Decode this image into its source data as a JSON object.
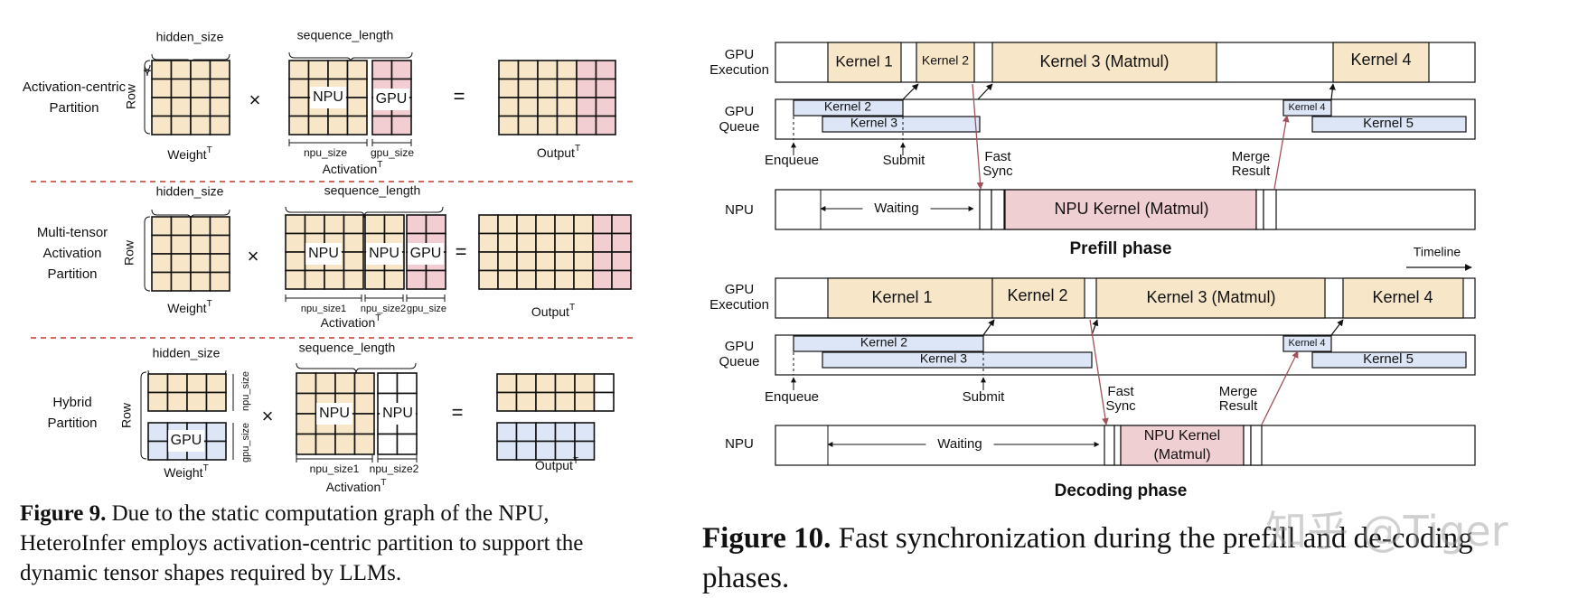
{
  "fig9": {
    "rows": [
      {
        "label": [
          "Activation-centric",
          "Partition"
        ],
        "row_axis": "Row",
        "hidden_size": "hidden_size",
        "sequence_length": "sequence_length",
        "weight_label": "Weight",
        "activation_label": "Activation",
        "output_label": "Output",
        "transpose_mark": "T",
        "blocks": [
          "NPU",
          "GPU"
        ],
        "sublabels": [
          "npu_size",
          "gpu_size"
        ],
        "times": "×",
        "equals": "="
      },
      {
        "label": [
          "Multi-tensor",
          "Activation",
          "Partition"
        ],
        "row_axis": "Row",
        "hidden_size": "hidden_size",
        "sequence_length": "sequence_length",
        "weight_label": "Weight",
        "activation_label": "Activation",
        "output_label": "Output",
        "transpose_mark": "T",
        "blocks": [
          "NPU",
          "NPU",
          "GPU"
        ],
        "sublabels": [
          "npu_size1",
          "npu_size2",
          "gpu_size"
        ],
        "times": "×",
        "equals": "="
      },
      {
        "label": [
          "Hybrid",
          "Partition"
        ],
        "row_axis": "Row",
        "hidden_size": "hidden_size",
        "sequence_length": "sequence_length",
        "weight_label": "Weight",
        "activation_label": "Activation",
        "output_label": "Output",
        "transpose_mark": "T",
        "weight_blocks": [
          "GPU"
        ],
        "weight_side_labels": [
          "npu_size",
          "gpu_size"
        ],
        "blocks": [
          "NPU",
          "NPU"
        ],
        "sublabels": [
          "npu_size1",
          "npu_size2"
        ],
        "times": "×",
        "equals": "="
      }
    ],
    "caption_bold": "Figure 9.",
    "caption_text": " Due to the static computation graph of the NPU, HeteroInfer employs activation-centric partition to support the dynamic tensor shapes required by LLMs."
  },
  "fig10": {
    "lane_labels": {
      "gpu_exec": [
        "GPU",
        "Execution"
      ],
      "gpu_queue": [
        "GPU",
        "Queue"
      ],
      "npu": "NPU"
    },
    "prefill": {
      "title": "Prefill phase",
      "exec_kernels": [
        "Kernel 1",
        "Kernel 2",
        "Kernel 3 (Matmul)",
        "Kernel 4"
      ],
      "queue_kernels": [
        "Kernel 2",
        "Kernel 3",
        "Kernel 4",
        "Kernel 5"
      ],
      "npu_kernel": "NPU Kernel (Matmul)",
      "waiting": "Waiting",
      "enqueue": "Enqueue",
      "submit": "Submit",
      "fast_sync": [
        "Fast",
        "Sync"
      ],
      "merge_result": [
        "Merge",
        "Result"
      ]
    },
    "timeline": "Timeline",
    "decoding": {
      "title": "Decoding phase",
      "exec_kernels": [
        "Kernel 1",
        "Kernel 2",
        "Kernel 3 (Matmul)",
        "Kernel 4"
      ],
      "queue_kernels": [
        "Kernel 2",
        "Kernel 3",
        "Kernel 4",
        "Kernel 5"
      ],
      "npu_kernel": [
        "NPU Kernel",
        "(Matmul)"
      ],
      "waiting": "Waiting",
      "enqueue": "Enqueue",
      "submit": "Submit",
      "fast_sync": [
        "Fast",
        "Sync"
      ],
      "merge_result": [
        "Merge",
        "Result"
      ]
    },
    "caption_bold": "Figure 10.",
    "caption_text": " Fast synchronization during the prefill and de-coding phases."
  },
  "watermark": "知乎 @Tiger",
  "colors": {
    "npu_fill": "#f8e6c8",
    "gpu_fill": "#f2cdd2",
    "queue_fill": "#dde6f7",
    "npu_kernel_fill": "#f0cfd3",
    "sync_color": "#a0525a",
    "separator": "#c0392b"
  }
}
